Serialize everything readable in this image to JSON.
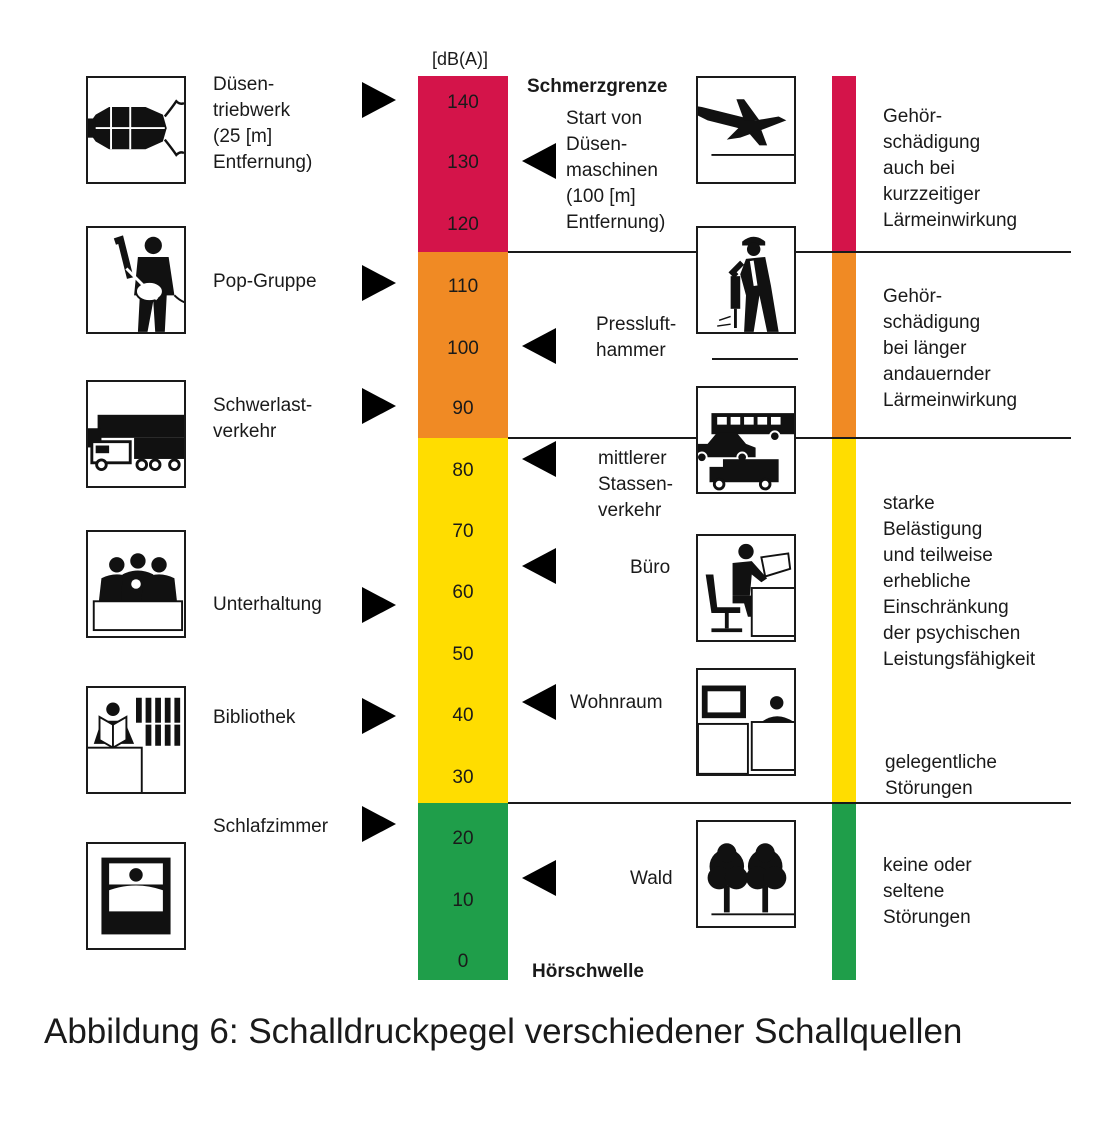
{
  "unit_label": "[dB(A)]",
  "scale": {
    "ticks": [
      "140",
      "130",
      "120",
      "110",
      "100",
      "90",
      "80",
      "70",
      "60",
      "50",
      "40",
      "30",
      "20",
      "10",
      "0"
    ],
    "zones": [
      {
        "name": "red",
        "color": "#d4144a"
      },
      {
        "name": "orange",
        "color": "#f08a24"
      },
      {
        "name": "yellow",
        "color": "#ffdd00"
      },
      {
        "name": "green",
        "color": "#1f9e4a"
      }
    ]
  },
  "top_label": "Schmerzgrenze",
  "bottom_label": "Hörschwelle",
  "left_sources": [
    {
      "label": "Düsen-\ntriebwerk\n(25 [m]\nEntfernung)",
      "icon": "jet-engine-icon"
    },
    {
      "label": "Pop-Gruppe",
      "icon": "guitarist-icon"
    },
    {
      "label": "Schwerlast-\nverkehr",
      "icon": "truck-icon"
    },
    {
      "label": "Unterhaltung",
      "icon": "conversation-icon"
    },
    {
      "label": "Bibliothek",
      "icon": "library-reader-icon"
    },
    {
      "label": "Schlafzimmer",
      "icon": "bed-icon"
    }
  ],
  "right_sources": [
    {
      "label": "Start von\nDüsen-\nmaschinen\n(100 [m]\nEntfernung)",
      "icon": "airplane-icon"
    },
    {
      "label": "Pressluft-\nhammer",
      "icon": "jackhammer-worker-icon"
    },
    {
      "label": "mittlerer\nStassen-\nverkehr",
      "icon": "street-traffic-icon"
    },
    {
      "label": "Büro",
      "icon": "office-desk-icon"
    },
    {
      "label": "Wohnraum",
      "icon": "living-room-icon"
    },
    {
      "label": "Wald",
      "icon": "trees-icon"
    }
  ],
  "effects": [
    {
      "label": "Gehör-\nschädigung\nauch bei\nkurzzeitiger\nLärmeinwirkung"
    },
    {
      "label": "Gehör-\nschädigung\nbei länger\nandauernder\nLärmeinwirkung"
    },
    {
      "label": "starke\nBelästigung\nund teilweise\nerhebliche\nEinschränkung\nder psychischen\nLeistungsfähigkeit"
    },
    {
      "label": "gelegentliche\nStörungen"
    },
    {
      "label": "keine oder\nseltene\nStörungen"
    }
  ],
  "caption": "Abbildung 6: Schalldruckpegel verschiedener Schallquellen"
}
